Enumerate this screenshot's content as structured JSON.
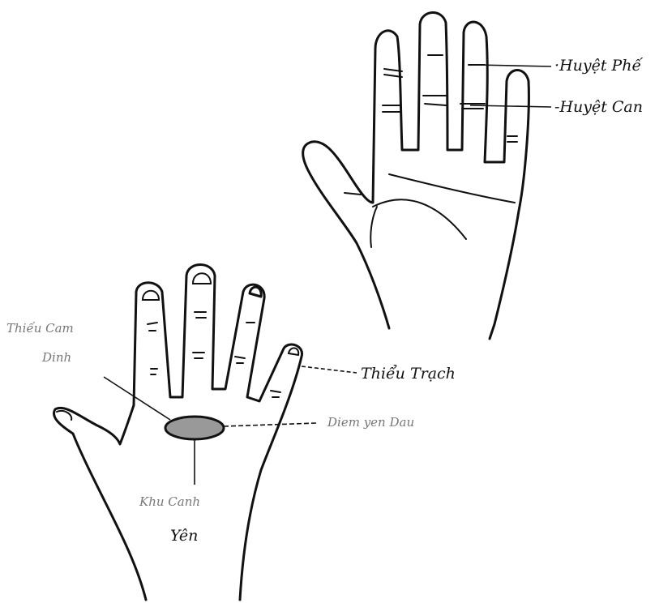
{
  "labels": {
    "huyet_phe": "·Huyệt Phế",
    "huyet_can": "-Huyệt Can",
    "thieu_trach": "Thiểu Trạch",
    "dien_yen_dau": "Diem yen Dau",
    "thieu_cam_dinh_line1": "Thiếu Cam",
    "thieu_cam_dinh_line2": "Dinh",
    "khu_canh_line1": "Khu Canh",
    "khu_canh_line2": "Yên"
  },
  "colors": {
    "ink": "#111111",
    "background": "#ffffff"
  }
}
